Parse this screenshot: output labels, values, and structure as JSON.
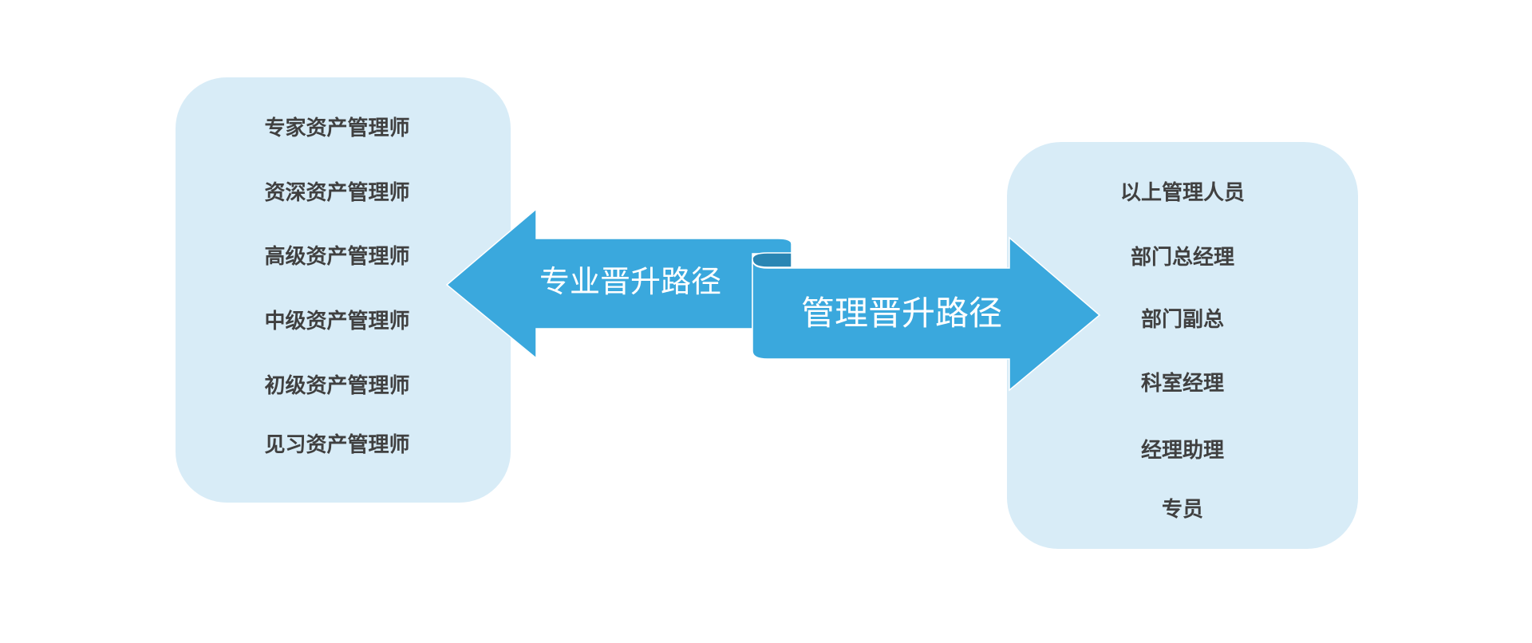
{
  "left_panel": {
    "items": [
      "专家资产管理师",
      "资深资产管理师",
      "高级资产管理师",
      "中级资产管理师",
      "初级资产管理师",
      "见习资产管理师"
    ]
  },
  "right_panel": {
    "items": [
      "以上管理人员",
      "部门总经理",
      "部门副总",
      "科室经理",
      "经理助理",
      "专员"
    ]
  },
  "arrows": {
    "left_label": "专业晋升路径",
    "right_label": "管理晋升路径"
  },
  "colors": {
    "panel": "#d8ecf7",
    "arrow": "#3aa8dd",
    "arrow_dark": "#2a86b4",
    "text": "#404040"
  }
}
